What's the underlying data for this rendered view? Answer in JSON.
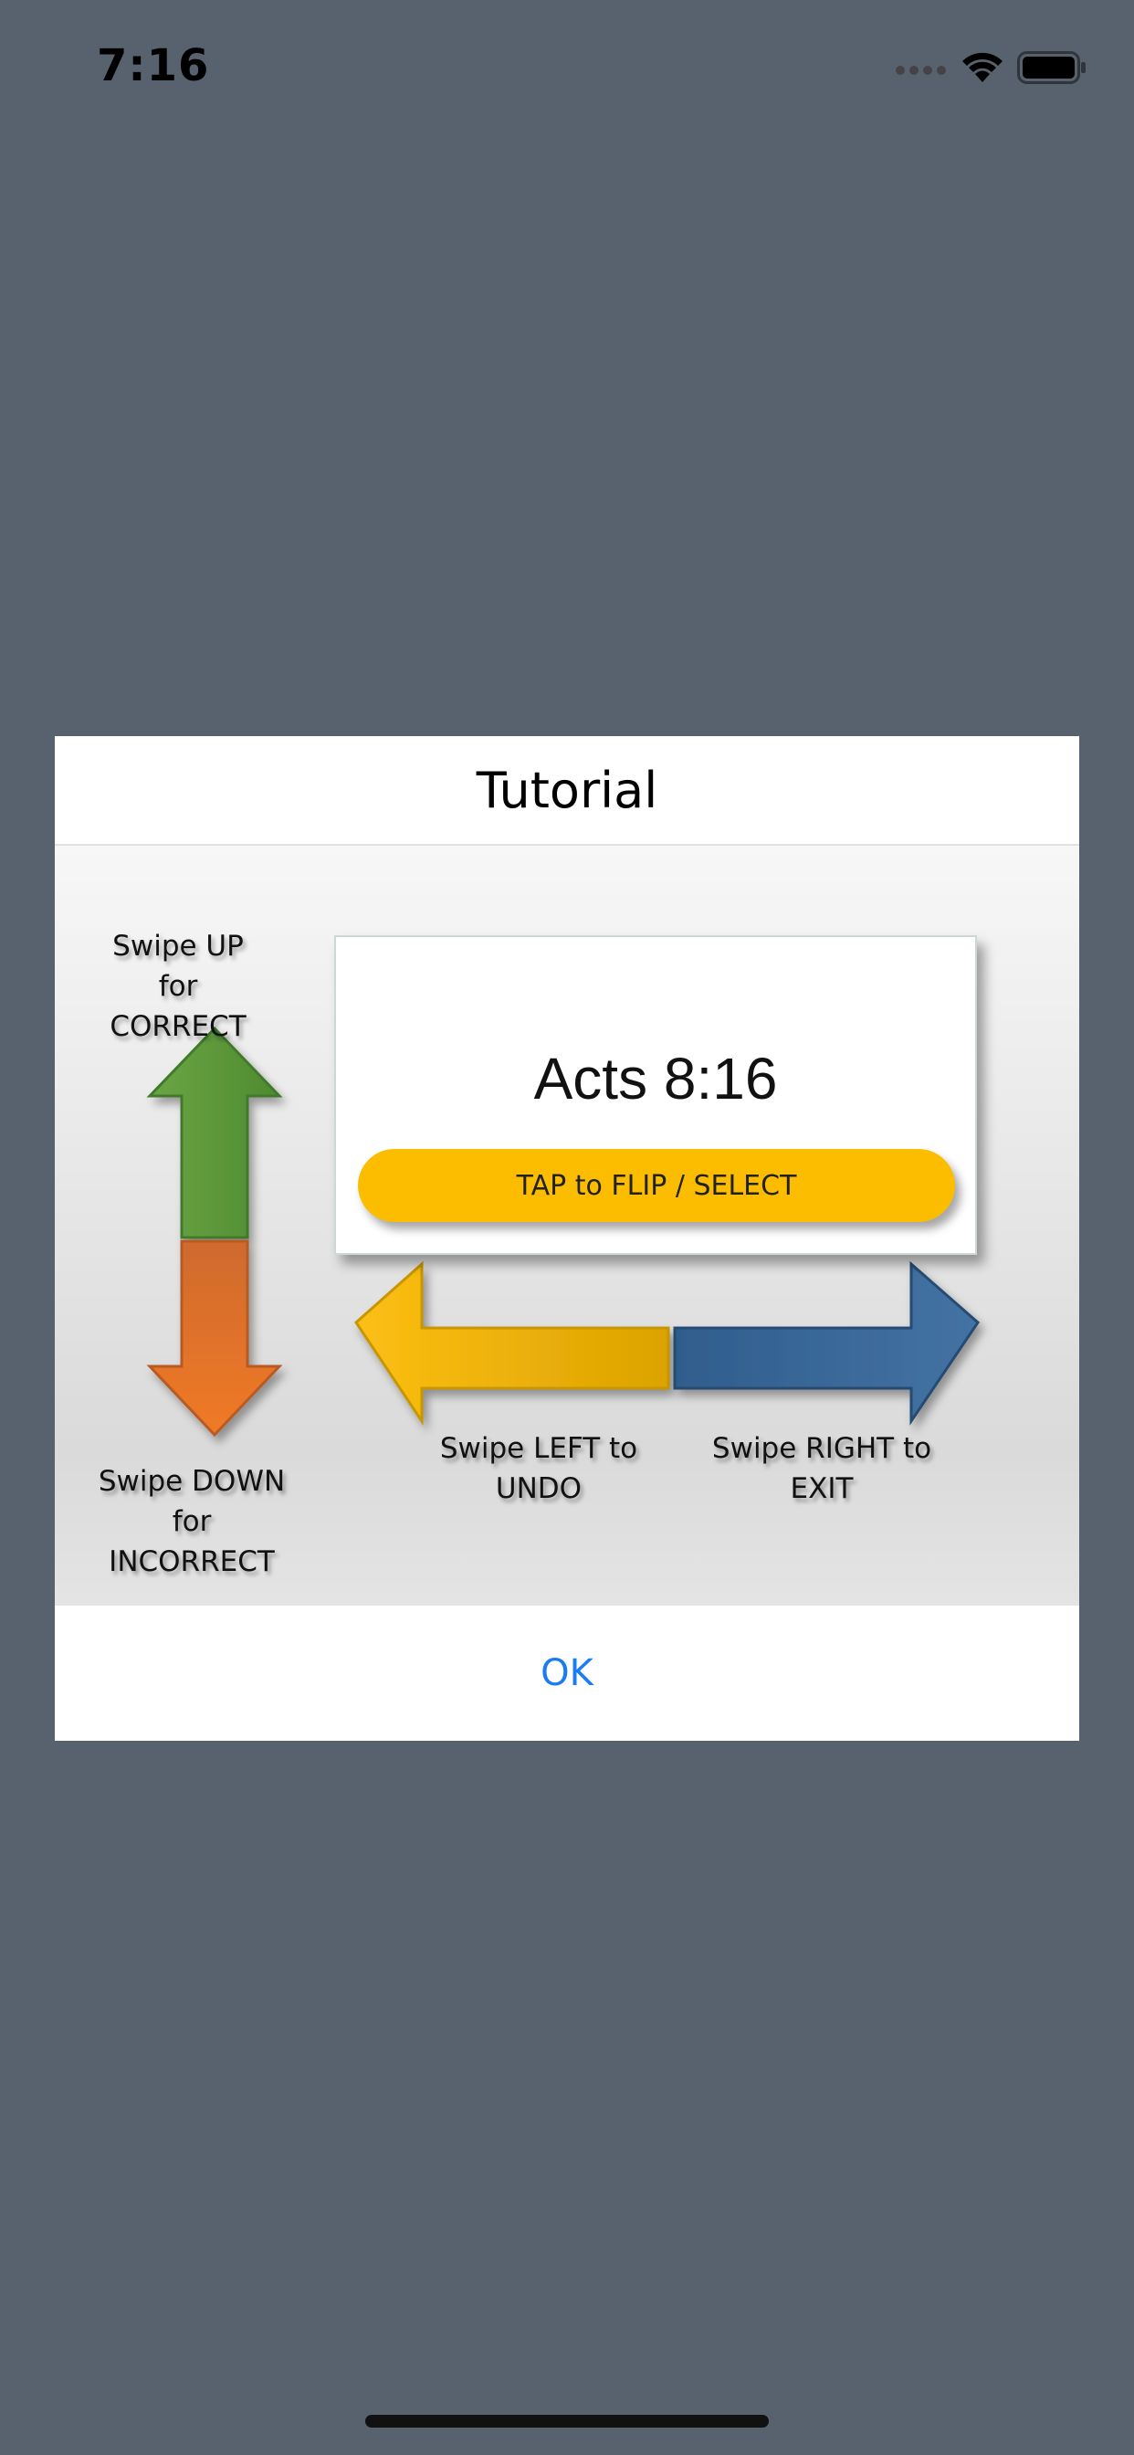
{
  "status_bar": {
    "time": "7:16",
    "icons": [
      "cellular-signal-icon",
      "wifi-icon",
      "battery-icon"
    ]
  },
  "dialog": {
    "title": "Tutorial",
    "ok_label": "OK"
  },
  "tutorial": {
    "card": {
      "reference": "Acts 8:16",
      "button_label": "TAP to FLIP / SELECT"
    },
    "swipe_up": {
      "line1": "Swipe UP for",
      "line2": "CORRECT",
      "color": "#5f993a"
    },
    "swipe_down": {
      "line1": "Swipe DOWN for",
      "line2": "INCORRECT",
      "color": "#e57025"
    },
    "swipe_left": {
      "line1": "Swipe LEFT to",
      "line2": "UNDO",
      "color": "#f6b400"
    },
    "swipe_right": {
      "line1": "Swipe RIGHT to",
      "line2": "EXIT",
      "color": "#3a6694"
    }
  },
  "colors": {
    "background": "#58626e",
    "accent": "#1a7cf4",
    "card_button": "#fcbd00"
  }
}
